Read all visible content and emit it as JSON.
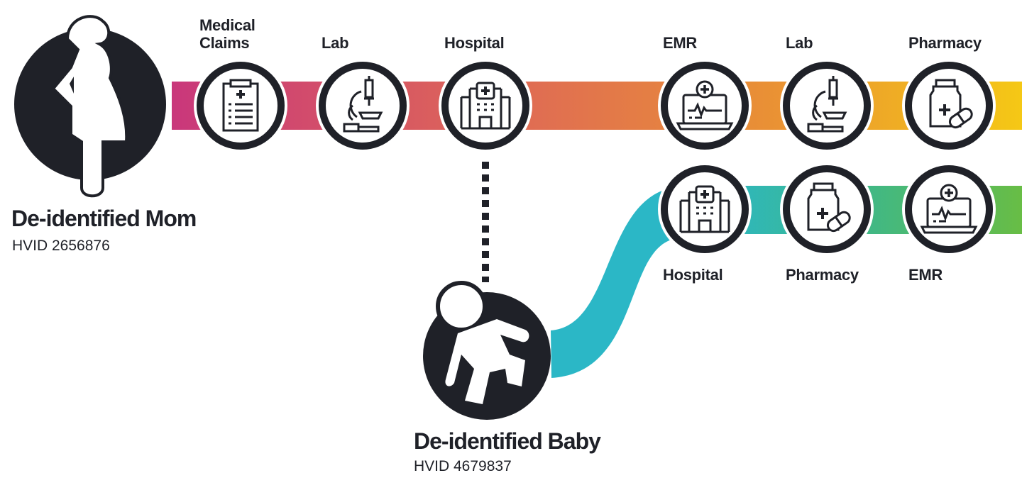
{
  "mom": {
    "title": "De-identified Mom",
    "hvid": "HVID 2656876"
  },
  "baby": {
    "title": "De-identified Baby",
    "hvid": "HVID 4679837"
  },
  "mom_journey": [
    {
      "label_line1": "Medical",
      "label_line2": "Claims",
      "icon": "clipboard-icon"
    },
    {
      "label": "Lab",
      "icon": "microscope-icon"
    },
    {
      "label": "Hospital",
      "icon": "hospital-icon"
    },
    {
      "label": "EMR",
      "icon": "laptop-medical-icon"
    },
    {
      "label": "Lab",
      "icon": "microscope-icon"
    },
    {
      "label": "Pharmacy",
      "icon": "pill-bottle-icon"
    }
  ],
  "baby_journey": [
    {
      "label": "Hospital",
      "icon": "hospital-icon"
    },
    {
      "label": "Pharmacy",
      "icon": "pill-bottle-icon"
    },
    {
      "label": "EMR",
      "icon": "laptop-medical-icon"
    }
  ],
  "colors": {
    "dark": "#1f2128",
    "mom_start": "#c9377b",
    "mom_mid": "#e0704a",
    "mom_end": "#f5c815",
    "baby_start": "#2bb7c6",
    "baby_end": "#68bd45"
  }
}
